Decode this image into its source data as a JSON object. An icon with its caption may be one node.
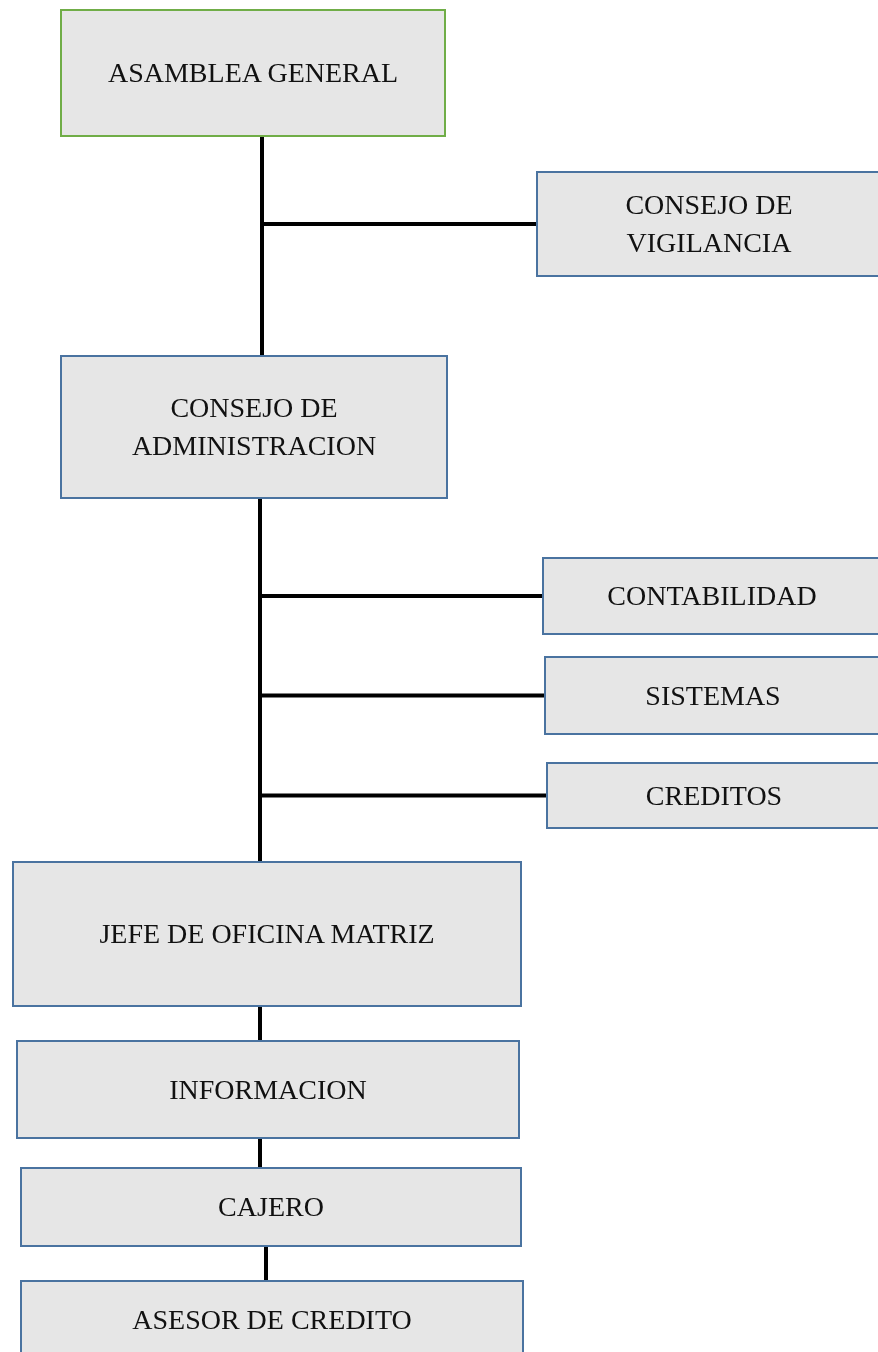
{
  "diagram": {
    "nodes": [
      {
        "text": [
          "ASAMBLEA GENERAL"
        ]
      },
      {
        "text": [
          "CONSEJO DE VIGILANCIA"
        ]
      },
      {
        "text": [
          "CONSEJO DE ADMINISTRACION"
        ]
      },
      {
        "text": [
          "CONTABILIDAD"
        ]
      },
      {
        "text": [
          "SISTEMAS"
        ]
      },
      {
        "text": [
          "CREDITOS"
        ]
      },
      {
        "text": [
          "JEFE DE OFICINA MATRIZ"
        ]
      },
      {
        "text": [
          "INFORMACION"
        ]
      },
      {
        "text": [
          "CAJERO"
        ]
      },
      {
        "text": [
          "ASESOR DE CREDITO"
        ]
      }
    ],
    "edges": [
      {
        "from": 0,
        "to": 1,
        "arrow": "none"
      },
      {
        "from": 0,
        "to": 2,
        "arrow": "none"
      },
      {
        "from": 2,
        "to": 3,
        "arrow": "none"
      },
      {
        "from": 2,
        "to": 4,
        "arrow": "none"
      },
      {
        "from": 2,
        "to": 5,
        "arrow": "none"
      },
      {
        "from": 2,
        "to": 6,
        "arrow": "none"
      },
      {
        "from": 6,
        "to": 7,
        "arrow": "none"
      },
      {
        "from": 7,
        "to": 8,
        "arrow": "none"
      },
      {
        "from": 8,
        "to": 9,
        "arrow": "none"
      }
    ]
  }
}
